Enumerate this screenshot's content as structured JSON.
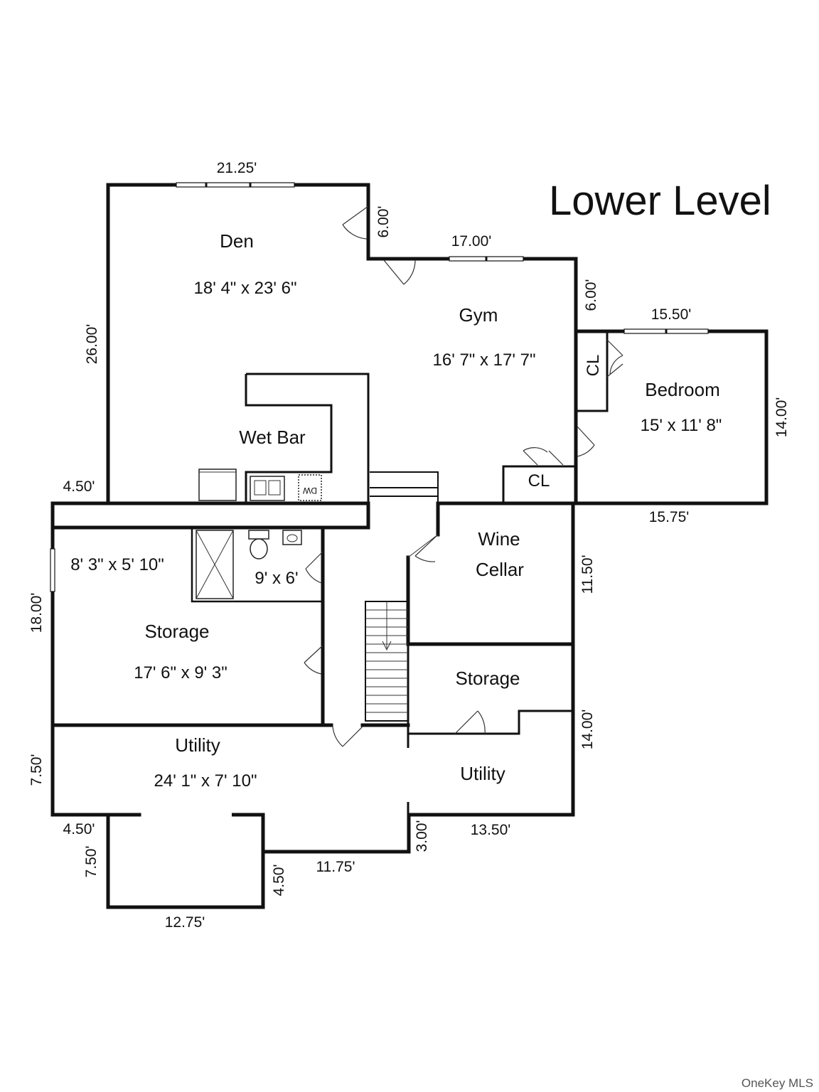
{
  "title": "Lower Level",
  "credit": "OneKey MLS",
  "rooms": {
    "den": {
      "name": "Den",
      "size": "18' 4\" x 23' 6\""
    },
    "gym": {
      "name": "Gym",
      "size": "16' 7\" x 17' 7\""
    },
    "bedroom": {
      "name": "Bedroom",
      "size": "15' x 11' 8\""
    },
    "wetbar": {
      "name": "Wet Bar"
    },
    "cl1": {
      "name": "CL"
    },
    "cl2": {
      "name": "CL"
    },
    "winecellar": {
      "line1": "Wine",
      "line2": "Cellar"
    },
    "bath": {
      "size": "9' x 6'"
    },
    "storage_left": {
      "name": "Storage",
      "size": "17' 6\" x 9' 3\""
    },
    "storage_right": {
      "name": "Storage"
    },
    "side_room": {
      "size": "8' 3\" x 5' 10\""
    },
    "utility_left": {
      "name": "Utility",
      "size": "24' 1\" x 7' 10\""
    },
    "utility_right": {
      "name": "Utility"
    }
  },
  "fixtures": {
    "dishwasher": "DW"
  },
  "dimensions": {
    "den_top": "21.25'",
    "den_notch": "6.00'",
    "gym_top": "17.00'",
    "gym_step": "6.00'",
    "bedroom_top": "15.50'",
    "bedroom_right": "14.00'",
    "bedroom_bottom": "15.75'",
    "den_left": "26.00'",
    "left_ledge": "4.50'",
    "storage_left": "18.00'",
    "wine_right": "11.50'",
    "storage_right": "14.00'",
    "utility_left": "7.50'",
    "lower_ledge": "4.50'",
    "bump_left": "7.50'",
    "bump_right": "4.50'",
    "bump_bottom": "12.75'",
    "bottom_mid": "11.75'",
    "step_mid": "3.00'",
    "bottom_right": "13.50'"
  }
}
